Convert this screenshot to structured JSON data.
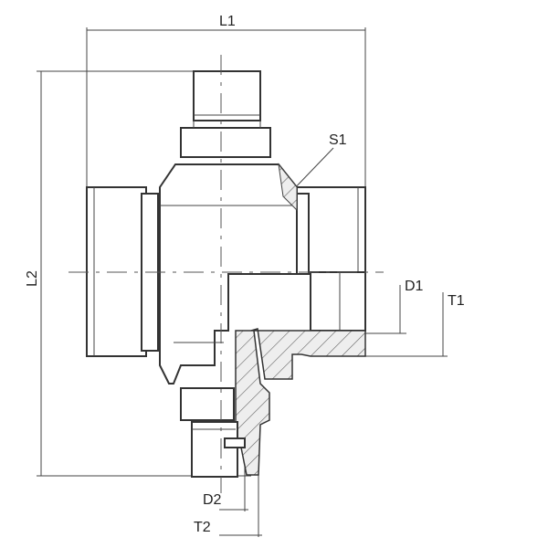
{
  "drawing": {
    "title": "Tee fitting dimensions",
    "labels": {
      "L1": "L1",
      "L2": "L2",
      "S1": "S1",
      "D1": "D1",
      "T1": "T1",
      "D2": "D2",
      "T2": "T2"
    },
    "colors": {
      "line": "#333333",
      "hatch": "#666666",
      "background": "#ffffff"
    }
  }
}
